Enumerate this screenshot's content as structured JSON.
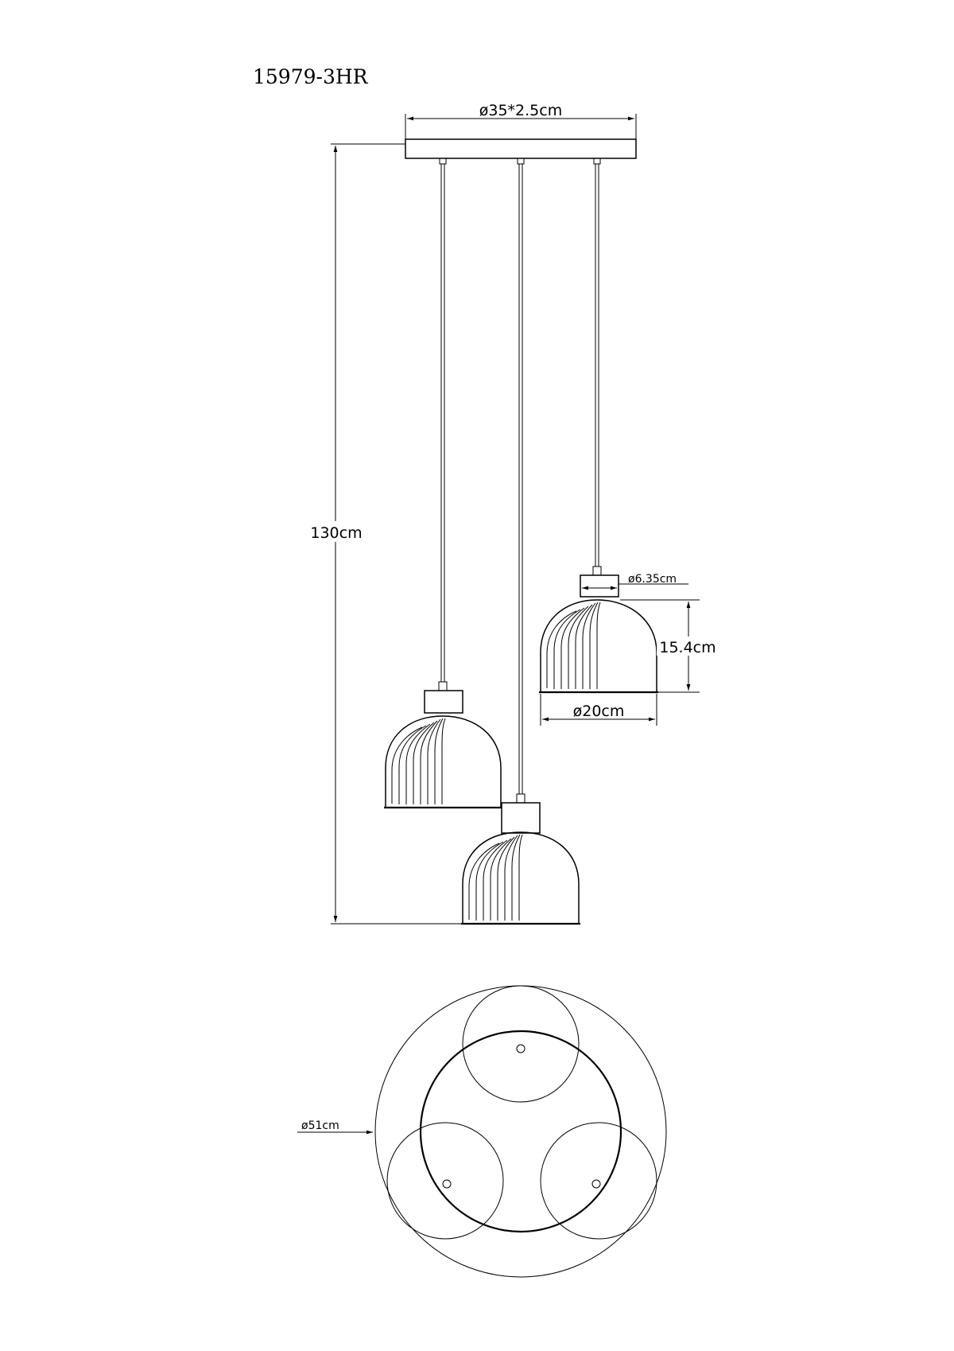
{
  "model_number": "15979-3HR",
  "dimensions": {
    "canopy": "ø35*2.5cm",
    "height": "130cm",
    "socket": "ø6.35cm",
    "shade_height": "15.4cm",
    "shade_diameter": "ø20cm",
    "overall_diameter": "ø51cm"
  }
}
